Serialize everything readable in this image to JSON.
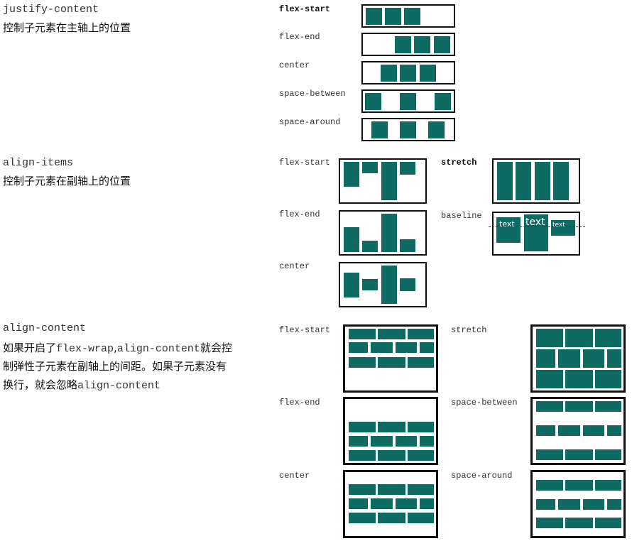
{
  "sections": {
    "justify": {
      "title": "justify-content",
      "desc": "控制子元素在主轴上的位置",
      "labels": {
        "flex_start": "flex-start",
        "flex_end": "flex-end",
        "center": "center",
        "space_between": "space-between",
        "space_around": "space-around"
      }
    },
    "align_items": {
      "title": "align-items",
      "desc": "控制子元素在副轴上的位置",
      "labels": {
        "flex_start": "flex-start",
        "flex_end": "flex-end",
        "center": "center",
        "stretch": "stretch",
        "baseline": "baseline"
      },
      "baseline_texts": [
        "text",
        "text",
        "text"
      ]
    },
    "align_content": {
      "title": "align-content",
      "desc_line1_a": "如果开启了",
      "desc_line1_code1": "flex-wrap",
      "desc_line1_b": ",",
      "desc_line1_code2": "align-content",
      "desc_line1_c": "就会控",
      "desc_line2": "制弹性子元素在副轴上的间距。如果子元素没有",
      "desc_line3_a": "换行，就会忽略",
      "desc_line3_code": "align-content",
      "labels": {
        "flex_start": "flex-start",
        "flex_end": "flex-end",
        "center": "center",
        "stretch": "stretch",
        "space_between": "space-between",
        "space_around": "space-around"
      }
    }
  },
  "colors": {
    "item": "#0f6b62",
    "border": "#111111"
  }
}
